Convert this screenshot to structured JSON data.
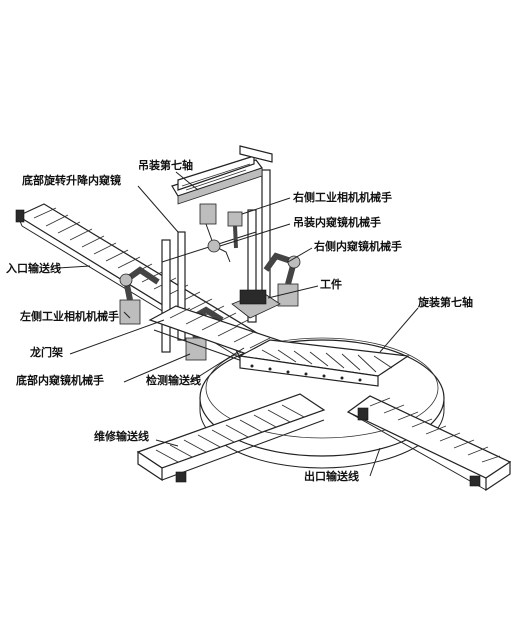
{
  "diagram": {
    "labels": {
      "hang_seventh_axis": "吊装第七轴",
      "bottom_rotate_lift_endoscope": "底部旋转升降内窥镜",
      "right_industrial_camera_robot": "右侧工业相机机械手",
      "hang_endoscope_robot": "吊装内窥镜机械手",
      "right_endoscope_robot": "右侧内窥镜机械手",
      "entry_conveyor": "入口输送线",
      "workpiece": "工件",
      "rotate_seventh_axis": "旋装第七轴",
      "left_industrial_camera_robot": "左侧工业相机机械手",
      "gantry": "龙门架",
      "bottom_endoscope_robot": "底部内窥镜机械手",
      "inspection_conveyor": "检测输送线",
      "maintenance_conveyor": "维修输送线",
      "exit_conveyor": "出口输送线"
    }
  }
}
